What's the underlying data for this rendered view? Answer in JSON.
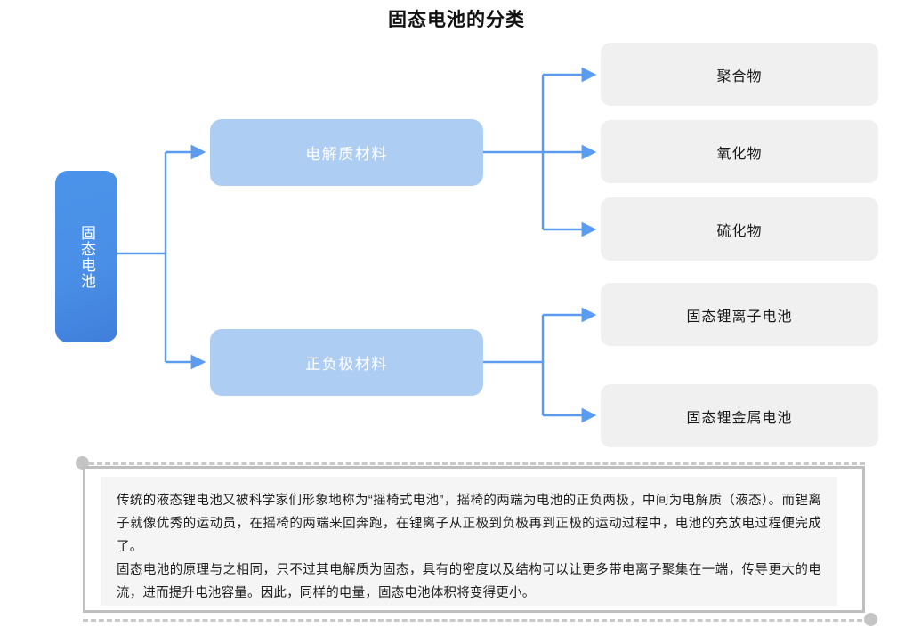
{
  "page": {
    "title": "固态电池的分类",
    "background": "#ffffff"
  },
  "colors": {
    "root_node": "#4a8fe7",
    "level2_node": "#aecdf2",
    "leaf_node": "#f0f0f0",
    "connector": "#5b9bf0",
    "note_border": "#bfbfbf",
    "note_background": "#f5f5f5",
    "dash_decoration": "#c9c9c9",
    "title_text": "#111111",
    "leaf_text": "#1a1a1a",
    "node_text_light": "#ffffff"
  },
  "diagram": {
    "type": "tree",
    "root": {
      "label": "固态电池",
      "orientation": "vertical-text"
    },
    "branches": [
      {
        "label": "电解质材料",
        "children": [
          {
            "label": "聚合物"
          },
          {
            "label": "氧化物"
          },
          {
            "label": "硫化物"
          }
        ]
      },
      {
        "label": "正负极材料",
        "children": [
          {
            "label": "固态锂离子电池"
          },
          {
            "label": "固态锂金属电池"
          }
        ]
      }
    ]
  },
  "note": {
    "paragraphs": [
      "传统的液态锂电池又被科学家们形象地称为“摇椅式电池”，摇椅的两端为电池的正负两极，中间为电解质（液态）。而锂离子就像优秀的运动员，在摇椅的两端来回奔跑，在锂离子从正极到负极再到正极的运动过程中，电池的充放电过程便完成了。",
      "固态电池的原理与之相同，只不过其电解质为固态，具有的密度以及结构可以让更多带电离子聚集在一端，传导更大的电流，进而提升电池容量。因此，同样的电量，固态电池体积将变得更小。"
    ]
  }
}
